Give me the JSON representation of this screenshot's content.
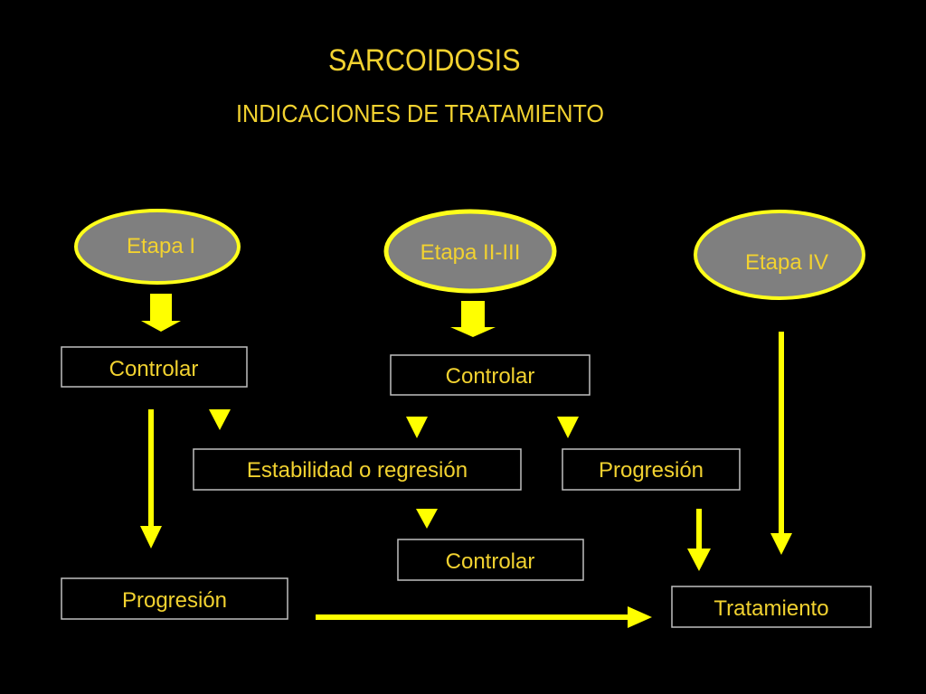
{
  "title": "SARCOIDOSIS",
  "subtitle": "INDICACIONES DE TRATAMIENTO",
  "stages": {
    "etapa1": "Etapa I",
    "etapa23": "Etapa II-III",
    "etapa4": "Etapa IV"
  },
  "boxes": {
    "controlar1": "Controlar",
    "controlar2": "Controlar",
    "estabilidad": "Estabilidad o regresión",
    "progresion1": "Progresión",
    "controlar3": "Controlar",
    "progresion2": "Progresión",
    "tratamiento": "Tratamiento"
  },
  "colors": {
    "background": "#000000",
    "text": "#f2d230",
    "ellipse_fill": "#7f7f7f",
    "ellipse_stroke": "#ffff1a",
    "arrow": "#ffff00",
    "box_border": "#bfbfbf"
  }
}
